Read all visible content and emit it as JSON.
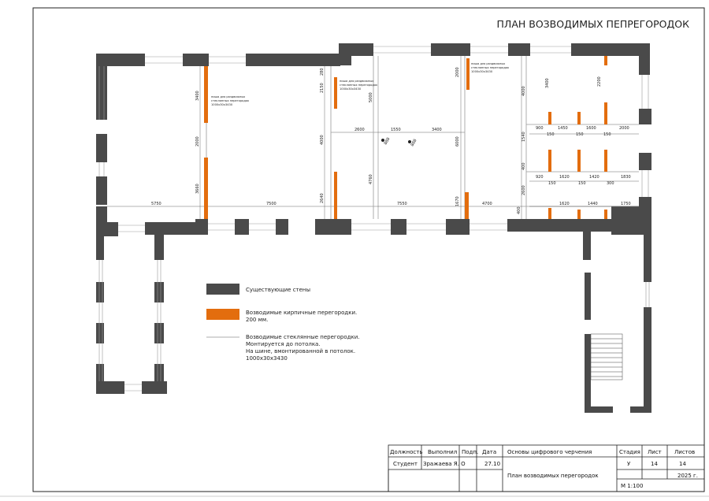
{
  "title": "ПЛАН ВОЗВОДИМЫХ ПЕПРЕГОРОДОК",
  "colors": {
    "wall": "#4a4a4a",
    "brick": "#e36d0e",
    "glass": "#bdbdbd",
    "line": "#222222"
  },
  "legend": {
    "existing_walls": "Существующие стены",
    "brick_line1": "Возводимые кирпичные перегородки.",
    "brick_line2": "200 мм.",
    "glass_line1": "Возводимые стеклянные перегородки.",
    "glass_line2": "Монтируется до потолка.",
    "glass_line3": "На шине, вмонтированной в потолок.",
    "glass_line4": "1000х30х3430"
  },
  "notes": {
    "partition_note_1a": "ниша для раздвижных",
    "partition_note_1b": "стеклянных перегородок",
    "partition_note_1c": "1000х30х3430",
    "partition_note_2a": "ниша для раздвижных",
    "partition_note_2b": "стеклянных перегородок",
    "partition_note_2c": "1000х30х3430",
    "partition_note_3a": "ниша для раздвижных",
    "partition_note_3b": "стеклянных перегородок",
    "partition_note_3c": "1000х30х3430"
  },
  "dimensions": {
    "d3400a": "3400",
    "d2000a": "2000",
    "d3660": "3660",
    "d5750": "5750",
    "d7500": "7500",
    "d280": "280",
    "d2150": "2150",
    "d5000": "5000",
    "d4000a": "4000",
    "d2640": "2640",
    "d4760": "4760",
    "d2600": "2600",
    "d1550": "1550",
    "d3400b": "3400",
    "d7550": "7550",
    "d2000b": "2000",
    "d6000": "6000",
    "d1670": "1670",
    "d4700": "4700",
    "d4000b": "4000",
    "d1540": "1540",
    "d400a": "400",
    "d2600b": "2600",
    "d400b": "400",
    "d3400c": "3400",
    "d2200": "2200",
    "d900": "900",
    "d1450": "1450",
    "d1600": "1600",
    "d2000c": "2000",
    "d150a": "150",
    "d150b": "150",
    "d150c": "150",
    "d920": "920",
    "d1620a": "1620",
    "d1420": "1420",
    "d1830": "1830",
    "d150d": "150",
    "d150e": "150",
    "d300": "300",
    "d1620b": "1620",
    "d1440": "1440",
    "d1750": "1750",
    "d888a": "888",
    "d888b": "888"
  },
  "stamp": {
    "h_position": "Должность",
    "h_executed": "Выполнил",
    "h_sign": "Подп.",
    "h_date": "Дата",
    "subject": "Основы цифрового черчения",
    "h_stage": "Стадия",
    "h_sheet": "Лист",
    "h_sheets": "Листов",
    "position": "Студент",
    "executor": "Зражаева Я. О",
    "date": "27.10",
    "stage": "У",
    "sheet": "14",
    "sheets": "14",
    "drawing_name": "План возводимых перегородок",
    "year": "2025 г.",
    "scale": "М 1:100"
  }
}
